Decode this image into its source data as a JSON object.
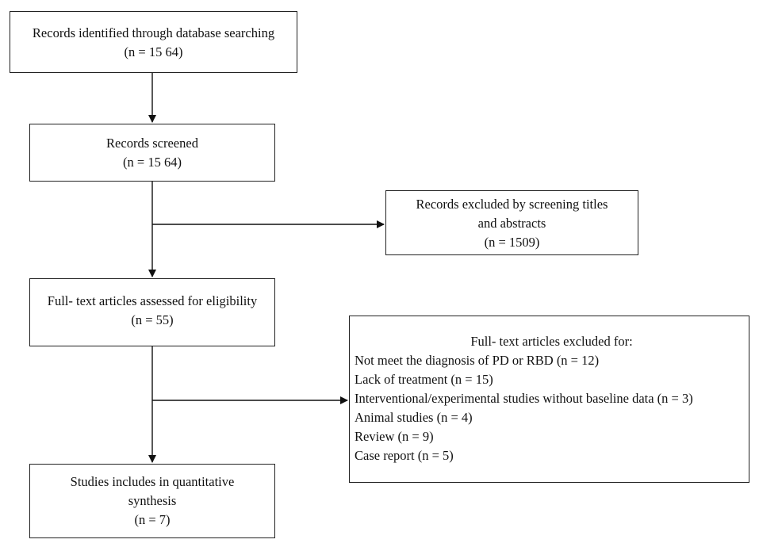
{
  "flowchart": {
    "identified": {
      "line1": "Records identified through database searching",
      "line2": "(n = 15 64)"
    },
    "screened": {
      "line1": "Records screened",
      "line2": "(n = 15 64)"
    },
    "excluded_screening": {
      "line1": "Records excluded by screening titles",
      "line2": "and abstracts",
      "line3": "(n = 1509)"
    },
    "assessed": {
      "line1": "Full- text articles assessed for eligibility",
      "line2": "(n = 55)"
    },
    "excluded_fulltext": {
      "heading": "Full- text articles excluded for:",
      "reasons": [
        "Not meet the diagnosis of PD or RBD (n = 12)",
        "Lack of treatment (n = 15)",
        "Interventional/experimental studies without baseline data (n = 3)",
        "Animal studies (n = 4)",
        "Review (n = 9)",
        "Case report (n = 5)"
      ]
    },
    "included": {
      "line1": "Studies includes in quantitative",
      "line2": "synthesis",
      "line3": "(n = 7)"
    }
  }
}
